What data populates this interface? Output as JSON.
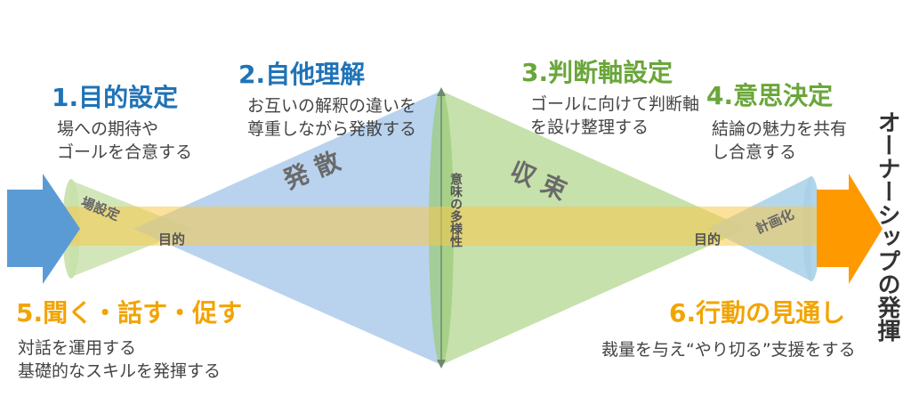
{
  "colors": {
    "blue_arrow": "#5b9bd5",
    "orange_arrow": "#ff9900",
    "yellow_band": "#f7c94a",
    "blue_region": "#9ec3e8",
    "green_region": "#b3d58c",
    "heading_blue": "#1f73b7",
    "heading_green": "#6aa63a",
    "heading_orange": "#f2a400"
  },
  "steps": [
    {
      "title": "1.目的設定",
      "desc": [
        "場への期待や",
        "ゴールを合意する"
      ]
    },
    {
      "title": "2.自他理解",
      "desc": [
        "お互いの解釈の違いを",
        "尊重しながら発散する"
      ]
    },
    {
      "title": "3.判断軸設定",
      "desc": [
        "ゴールに向けて判断軸",
        "を設け整理する"
      ]
    },
    {
      "title": "4.意思決定",
      "desc": [
        "結論の魅力を共有",
        "し合意する"
      ]
    },
    {
      "title": "5.聞く・話す・促す",
      "desc": [
        "対話を運用する",
        "基礎的なスキルを発揮する"
      ]
    },
    {
      "title": "6.行動の見通し",
      "desc": [
        "裁量を与え“やり切る”支援をする"
      ]
    }
  ],
  "labels": {
    "hassan": "発 散",
    "shusoku": "収 束",
    "basettei": "場設定",
    "keikakuka": "計画化",
    "mokuteki_left": "目的",
    "mokuteki_right": "目的",
    "tayousei": "意味の多様性",
    "ownership": "オーナーシップの発揮"
  }
}
